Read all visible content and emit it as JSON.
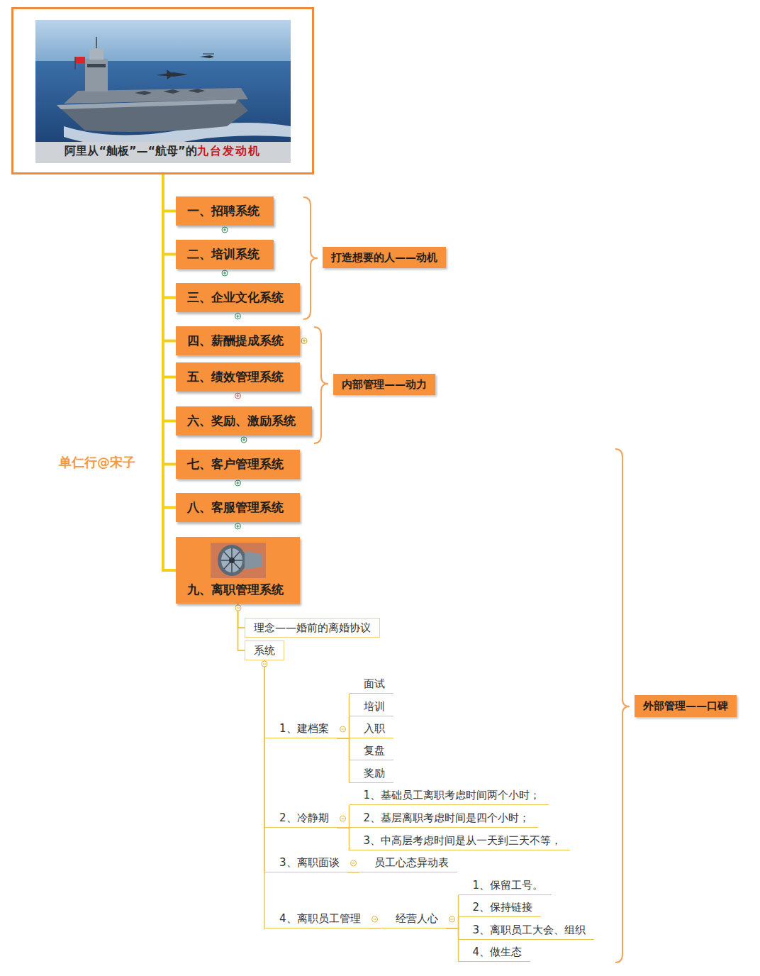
{
  "diagram": {
    "nodes": [
      {
        "text": [
          "阿里从“舢板”—“航母”的",
          "九台发动机"
        ]
      },
      {
        "text": [
          "一、招聘系统"
        ]
      },
      {
        "text": [
          "二、培训系统"
        ]
      },
      {
        "text": [
          "三、企业文化系统"
        ]
      },
      {
        "text": [
          "四、薪酬提成系统"
        ]
      },
      {
        "text": [
          "五、绩效管理系统"
        ]
      },
      {
        "text": [
          "六、奖励、激励系统"
        ]
      },
      {
        "text": [
          "七、客户管理系统"
        ]
      },
      {
        "text": [
          "八、客服管理系统"
        ]
      },
      {
        "text": [
          "九、离职管理系统"
        ]
      },
      {
        "text": [
          "打造想要的人——动机"
        ]
      },
      {
        "text": [
          "内部管理——动力"
        ]
      },
      {
        "text": [
          "外部管理——口碑"
        ]
      },
      {
        "text": [
          "理念——婚前的离婚协议"
        ]
      },
      {
        "text": [
          "系统"
        ]
      },
      {
        "text": [
          "1、建档案"
        ]
      },
      {
        "text": [
          "面试"
        ]
      },
      {
        "text": [
          "培训"
        ]
      },
      {
        "text": [
          "入职"
        ]
      },
      {
        "text": [
          "复盘"
        ]
      },
      {
        "text": [
          "奖励"
        ]
      },
      {
        "text": [
          "2、冷静期"
        ]
      },
      {
        "text": [
          "1、基础员工离职考虑时间两个小时；"
        ]
      },
      {
        "text": [
          "2、基层离职考虑时间是四个小时；"
        ]
      },
      {
        "text": [
          "3、中高层考虑时间是从一天到三天不等，"
        ]
      },
      {
        "text": [
          "3、离职面谈"
        ]
      },
      {
        "text": [
          "员工心态异动表"
        ]
      },
      {
        "text": [
          "4、离职员工管理"
        ]
      },
      {
        "text": [
          "经营人心"
        ]
      },
      {
        "text": [
          "1、保留工号。"
        ]
      },
      {
        "text": [
          "2、保持链接"
        ]
      },
      {
        "text": [
          "3、离职员工大会、组织"
        ]
      },
      {
        "text": [
          "4、做生态"
        ]
      }
    ],
    "edges": [
      {
        "from": 0,
        "to": 1,
        "arrow": "none"
      },
      {
        "from": 0,
        "to": 2,
        "arrow": "none"
      },
      {
        "from": 0,
        "to": 3,
        "arrow": "none"
      },
      {
        "from": 0,
        "to": 4,
        "arrow": "none"
      },
      {
        "from": 0,
        "to": 5,
        "arrow": "none"
      },
      {
        "from": 0,
        "to": 6,
        "arrow": "none"
      },
      {
        "from": 0,
        "to": 7,
        "arrow": "none"
      },
      {
        "from": 0,
        "to": 8,
        "arrow": "none"
      },
      {
        "from": 0,
        "to": 9,
        "arrow": "none"
      },
      {
        "from": 9,
        "to": 13,
        "arrow": "none"
      },
      {
        "from": 9,
        "to": 14,
        "arrow": "none"
      },
      {
        "from": 14,
        "to": 15,
        "arrow": "none"
      },
      {
        "from": 15,
        "to": 16,
        "arrow": "none"
      },
      {
        "from": 15,
        "to": 17,
        "arrow": "none"
      },
      {
        "from": 15,
        "to": 18,
        "arrow": "none"
      },
      {
        "from": 15,
        "to": 19,
        "arrow": "none"
      },
      {
        "from": 15,
        "to": 20,
        "arrow": "none"
      },
      {
        "from": 14,
        "to": 21,
        "arrow": "none"
      },
      {
        "from": 21,
        "to": 22,
        "arrow": "none"
      },
      {
        "from": 21,
        "to": 23,
        "arrow": "none"
      },
      {
        "from": 21,
        "to": 24,
        "arrow": "none"
      },
      {
        "from": 14,
        "to": 25,
        "arrow": "none"
      },
      {
        "from": 25,
        "to": 26,
        "arrow": "none"
      },
      {
        "from": 14,
        "to": 27,
        "arrow": "none"
      },
      {
        "from": 27,
        "to": 28,
        "arrow": "none"
      },
      {
        "from": 28,
        "to": 29,
        "arrow": "none"
      },
      {
        "from": 28,
        "to": 30,
        "arrow": "none"
      },
      {
        "from": 28,
        "to": 31,
        "arrow": "none"
      },
      {
        "from": 28,
        "to": 32,
        "arrow": "none"
      }
    ],
    "labels": [
      "单仁行@宋子"
    ]
  }
}
